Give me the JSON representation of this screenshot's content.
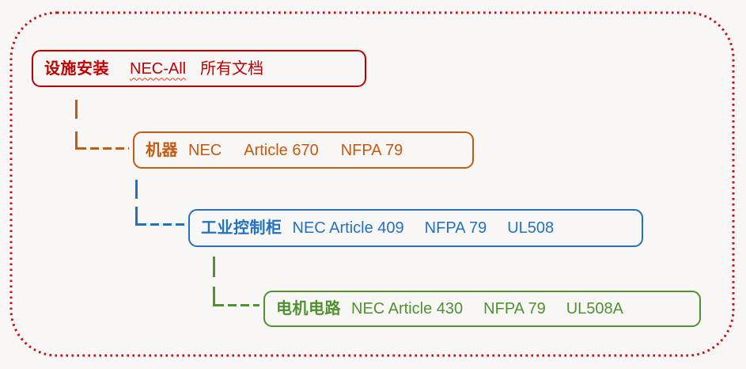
{
  "canvas": {
    "background": "#f8f7f6",
    "outer_dotted_border_color": "#c3111c"
  },
  "tree": {
    "nodes": [
      {
        "title": "设施安装",
        "refs": [
          "NEC-All",
          "所有文档"
        ],
        "color": "#c00000",
        "misspell_underline_color": "#e03a28"
      },
      {
        "title": "机器",
        "refs": [
          "NEC",
          "Article 670",
          "NFPA 79"
        ],
        "color": "#c55a11"
      },
      {
        "title": "工业控制柜",
        "refs": [
          "NEC Article 409",
          "NFPA 79",
          "UL508"
        ],
        "color": "#2272c3"
      },
      {
        "title": "电机电路",
        "refs": [
          "NEC Article 430",
          "NFPA 79",
          "UL508A"
        ],
        "color": "#509132"
      }
    ]
  }
}
